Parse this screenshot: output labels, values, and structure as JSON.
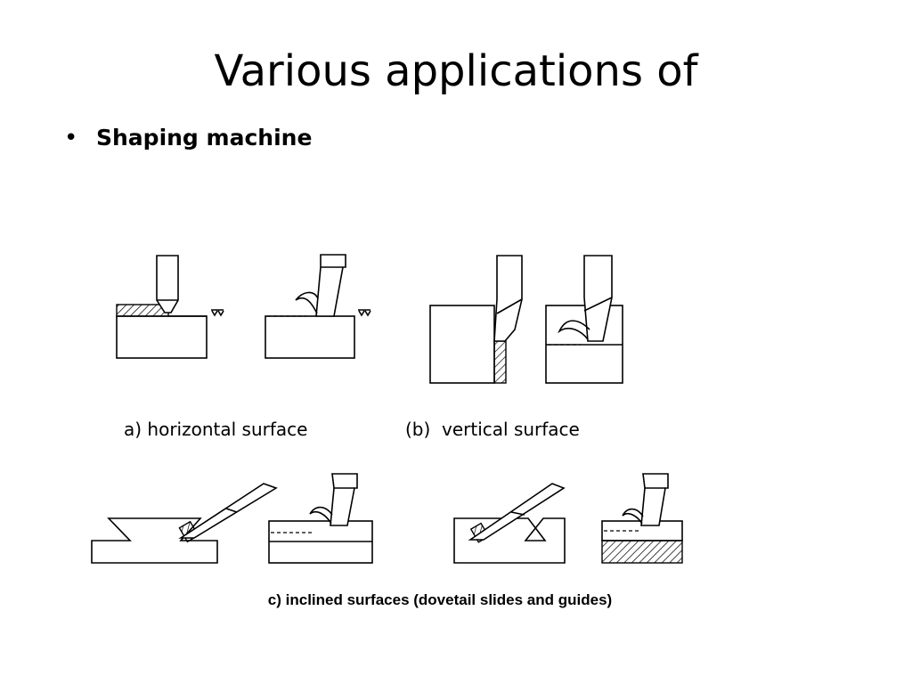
{
  "slide": {
    "title": "Various applications of",
    "bullet": {
      "marker": "•",
      "text": "Shaping machine"
    }
  },
  "figure": {
    "captions": {
      "a": "a) horizontal surface",
      "b": "(b)  vertical surface",
      "c": "c) inclined surfaces (dovetail slides and guides)"
    }
  }
}
